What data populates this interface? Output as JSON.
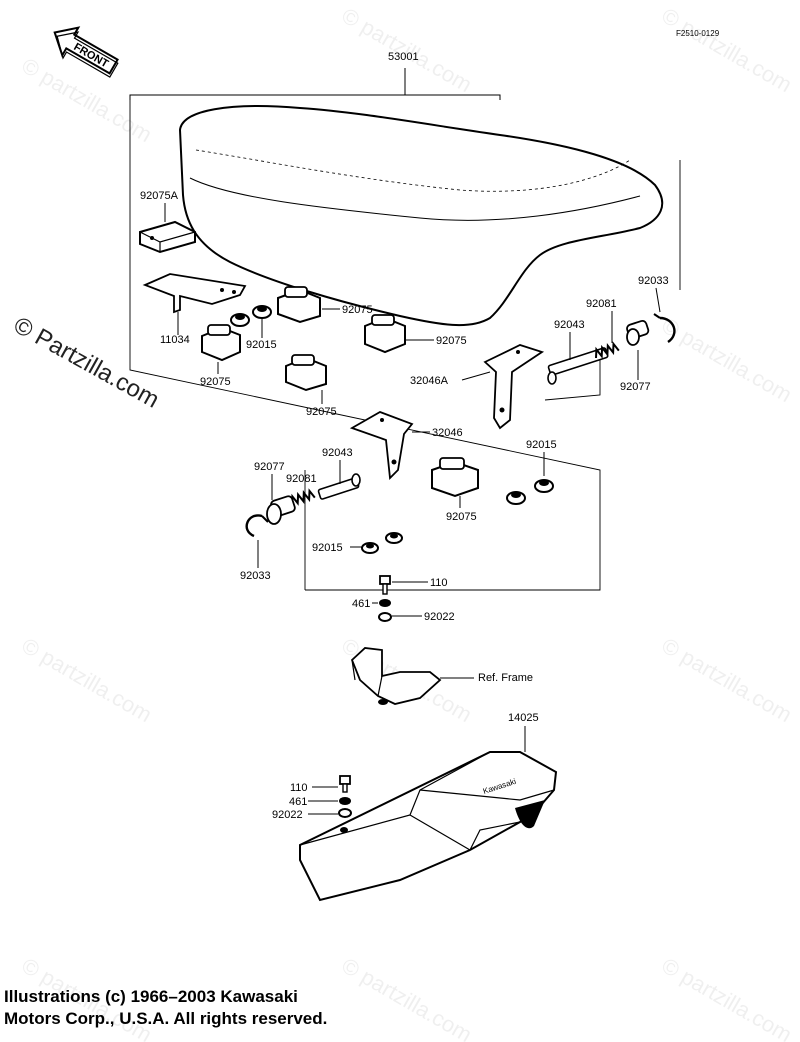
{
  "figure_code": "F2510-0129",
  "front_label": "FRONT",
  "watermark": "© Partzilla.com",
  "watermark_faint": "© partzilla.com",
  "parts": {
    "seat": "53001",
    "bracket_11034": "11034",
    "damper_92075A": "92075A",
    "damper_92075": "92075",
    "grommet_92015": "92015",
    "bracket_32046A": "32046A",
    "bracket_32046": "32046",
    "bolt_92043": "92043",
    "spring_92081": "92081",
    "collar_92077": "92077",
    "circlip_92033": "92033",
    "bolt_110": "110",
    "washer_461": "461",
    "washer_92022": "92022",
    "ref_frame": "Ref.  Frame",
    "cover_14025": "14025",
    "brand_on_cover": "Kawasaki"
  },
  "copyright": {
    "line1": "Illustrations (c) 1966–2003 Kawasaki",
    "line2": "Motors Corp., U.S.A.  All rights reserved."
  }
}
